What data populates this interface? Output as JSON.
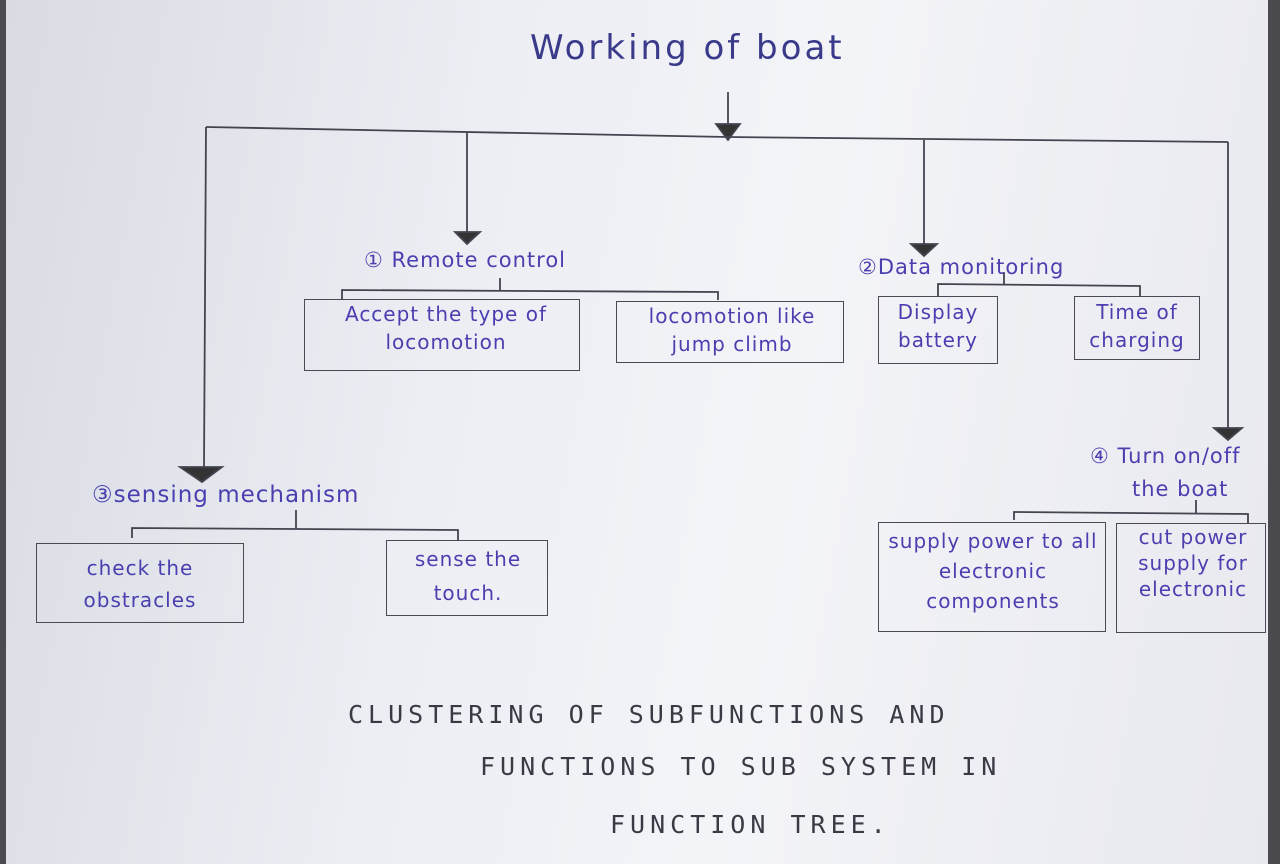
{
  "diagram": {
    "title": "Working of boat",
    "branches": {
      "remote_control": {
        "label": "① Remote control",
        "children": [
          "Accept the type of locomotion",
          "locomotion like jump climb"
        ]
      },
      "data_monitoring": {
        "label": "②Data monitoring",
        "children": [
          "Display battery",
          "Time of charging"
        ]
      },
      "sensing_mechanism": {
        "label": "③sensing mechanism",
        "children": [
          "check the obstracles",
          "sense the touch."
        ]
      },
      "turn_on_off": {
        "label_line1": "④ Turn on/off",
        "label_line2": "the boat",
        "children": [
          "supply power to all electronic components",
          "cut power supply for electronic"
        ]
      }
    },
    "caption": {
      "line1": "CLUSTERING OF SUBFUNCTIONS AND",
      "line2": "FUNCTIONS TO SUB SYSTEM IN",
      "line3": "FUNCTION TREE."
    }
  },
  "colors": {
    "ink": "#4b3fb0",
    "pencil": "#4a4a55",
    "paper": "#eceef4"
  }
}
